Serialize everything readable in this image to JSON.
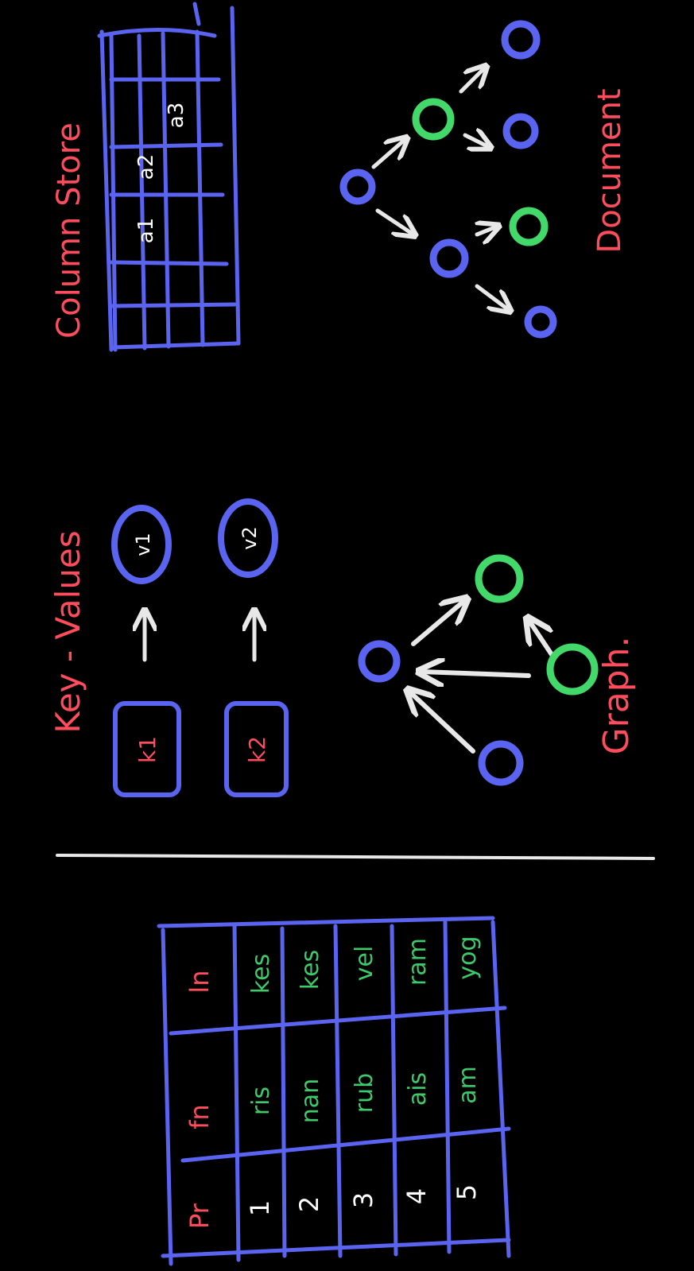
{
  "colors": {
    "background": "#000000",
    "label_red": "#ff4d5e",
    "grid_blue": "#5a64f0",
    "node_green": "#43d86a",
    "cell_green": "#3ec96a",
    "arrow_white": "#e8e8e8"
  },
  "column_store": {
    "title": "Column Store",
    "cells": [
      "a1",
      "a2",
      "a3"
    ]
  },
  "document": {
    "title": "Document"
  },
  "key_values": {
    "title": "Key - Values",
    "pairs": [
      {
        "key": "k1",
        "value": "v1"
      },
      {
        "key": "k2",
        "value": "v2"
      }
    ]
  },
  "graph": {
    "title": "Graph."
  },
  "relational_table": {
    "headers": [
      "Pr",
      "fn",
      "ln"
    ],
    "rows": [
      [
        "1",
        "ris",
        "kes"
      ],
      [
        "2",
        "nan",
        "kes"
      ],
      [
        "3",
        "rub",
        "vel"
      ],
      [
        "4",
        "ais",
        "ram"
      ],
      [
        "5",
        "am",
        "yog"
      ]
    ]
  }
}
